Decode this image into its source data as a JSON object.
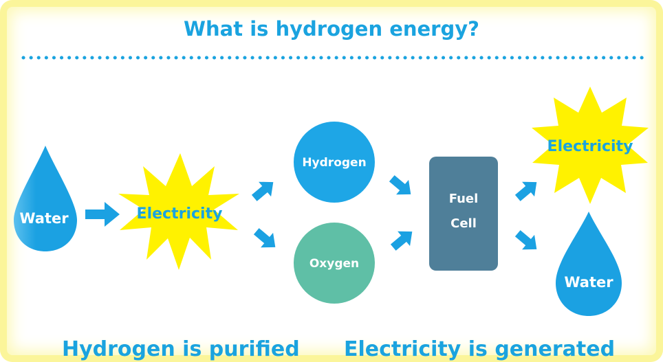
{
  "title": "What is hydrogen energy?",
  "nodes": {
    "water_left": "Water",
    "electricity_left": "Electricity",
    "hydrogen": "Hydrogen",
    "oxygen": "Oxygen",
    "fuel_cell_line1": "Fuel",
    "fuel_cell_line2": "Cell",
    "electricity_right": "Electricity",
    "water_right": "Water"
  },
  "captions": {
    "left": "Hydrogen is purified",
    "right": "Electricity is generated"
  },
  "colors": {
    "accent_blue": "#1aa3df",
    "drop_blue": "#1ba1e2",
    "star_yellow": "#fff200",
    "hydrogen_circle": "#1ea6e6",
    "oxygen_circle": "#5fbfa6",
    "fuel_cell": "#4f7f99",
    "arrow_blue": "#1ba1e2",
    "frame_glow": "#fbf59a"
  },
  "icons": [
    "water-drop-icon",
    "electricity-star-icon",
    "arrow-right-icon"
  ]
}
